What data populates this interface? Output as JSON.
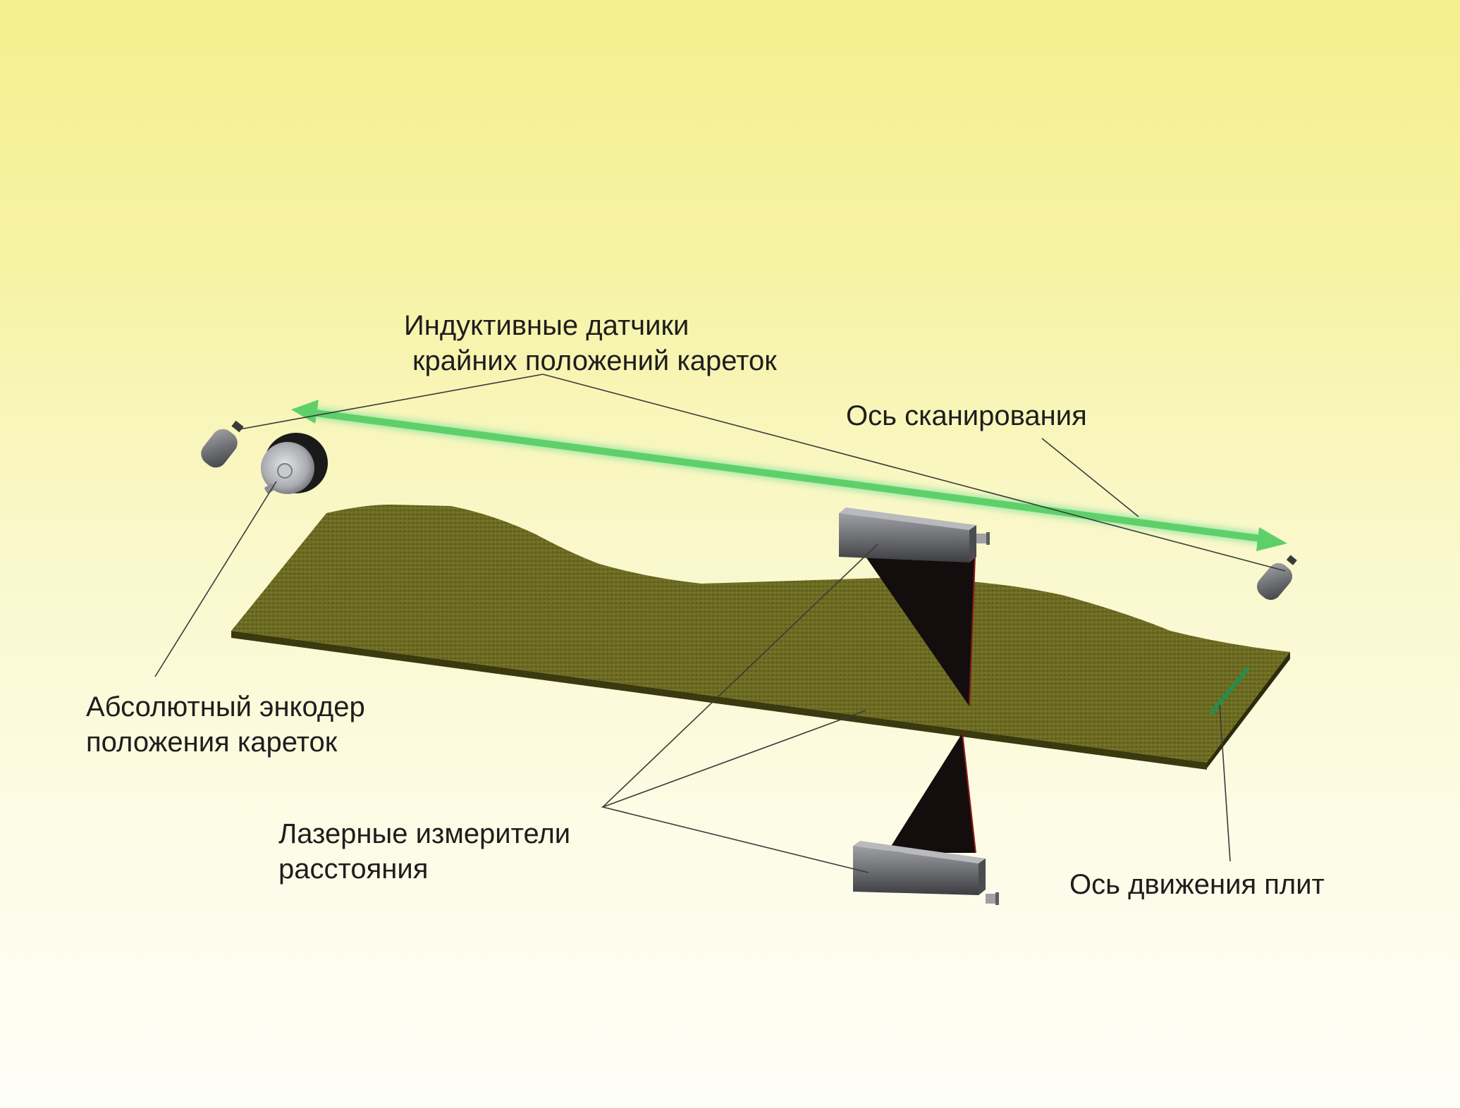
{
  "labels": {
    "inductive_sensors": [
      "Индуктивные датчики",
      "крайних положений кареток"
    ],
    "scan_axis": "Ось сканирования",
    "absolute_encoder": [
      "Абсолютный энкодер",
      "положения кареток"
    ],
    "laser_meters": [
      "Лазерные измерители",
      "расстояния"
    ],
    "plate_axis": "Ось движения плит"
  },
  "colors": {
    "background_top": "#f4f08e",
    "background_bottom": "#fefef8",
    "plate": "#6b6a22",
    "scan_arrow": "#5ed06a",
    "plate_axis_marker": "#2e8a48",
    "sensor_body": "#6d6f73",
    "laser_beam": "#140d0d",
    "leader_line": "#3a3a3a"
  }
}
